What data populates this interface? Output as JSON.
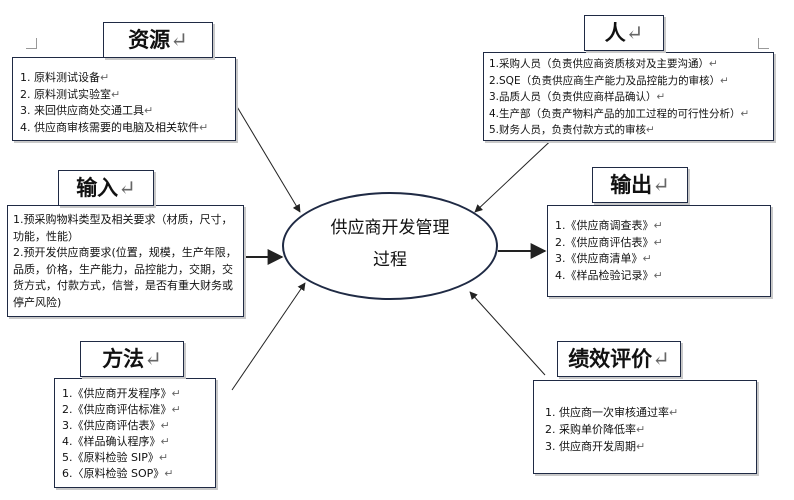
{
  "center": {
    "line1": "供应商开发管理",
    "line2": "过程"
  },
  "paragraph_mark": "↵",
  "resources": {
    "title": "资源",
    "items": [
      "1. 原料测试设备",
      "2. 原料测试实验室",
      "3. 来回供应商处交通工具",
      "4. 供应商审核需要的电脑及相关软件"
    ]
  },
  "people": {
    "title": "人",
    "items": [
      "1.采购人员（负责供应商资质核对及主要沟通）",
      "2.SQE（负责供应商生产能力及品控能力的审核）",
      "3.品质人员（负责供应商样品确认）",
      "4.生产部（负责产物料产品的加工过程的可行性分析）",
      "5.财务人员，负责付款方式的审核"
    ]
  },
  "input": {
    "title": "输入",
    "items": [
      "1.预采购物料类型及相关要求（材质，尺寸，功能，性能）",
      "2.预开发供应商要求(位置，规模，生产年限，品质，价格，生产能力，品控能力，交期，交货方式，付款方式，信誉，是否有重大财务或停产风险)"
    ]
  },
  "output": {
    "title": "输出",
    "items": [
      "1.《供应商调查表》",
      "2.《供应商评估表》",
      "3.《供应商清单》",
      "4.《样品检验记录》"
    ]
  },
  "method": {
    "title": "方法",
    "items": [
      "1.《供应商开发程序》",
      "2.《供应商评估标准》",
      "3.《供应商评估表》",
      "4.《样品确认程序》",
      "5.《原料检验 SIP》",
      "6.〈原料检验 SOP》"
    ]
  },
  "performance": {
    "title": "绩效评价",
    "items": [
      "1.  供应商一次审核通过率",
      "2.  采购单价降低率",
      "3.  供应商开发周期"
    ]
  }
}
